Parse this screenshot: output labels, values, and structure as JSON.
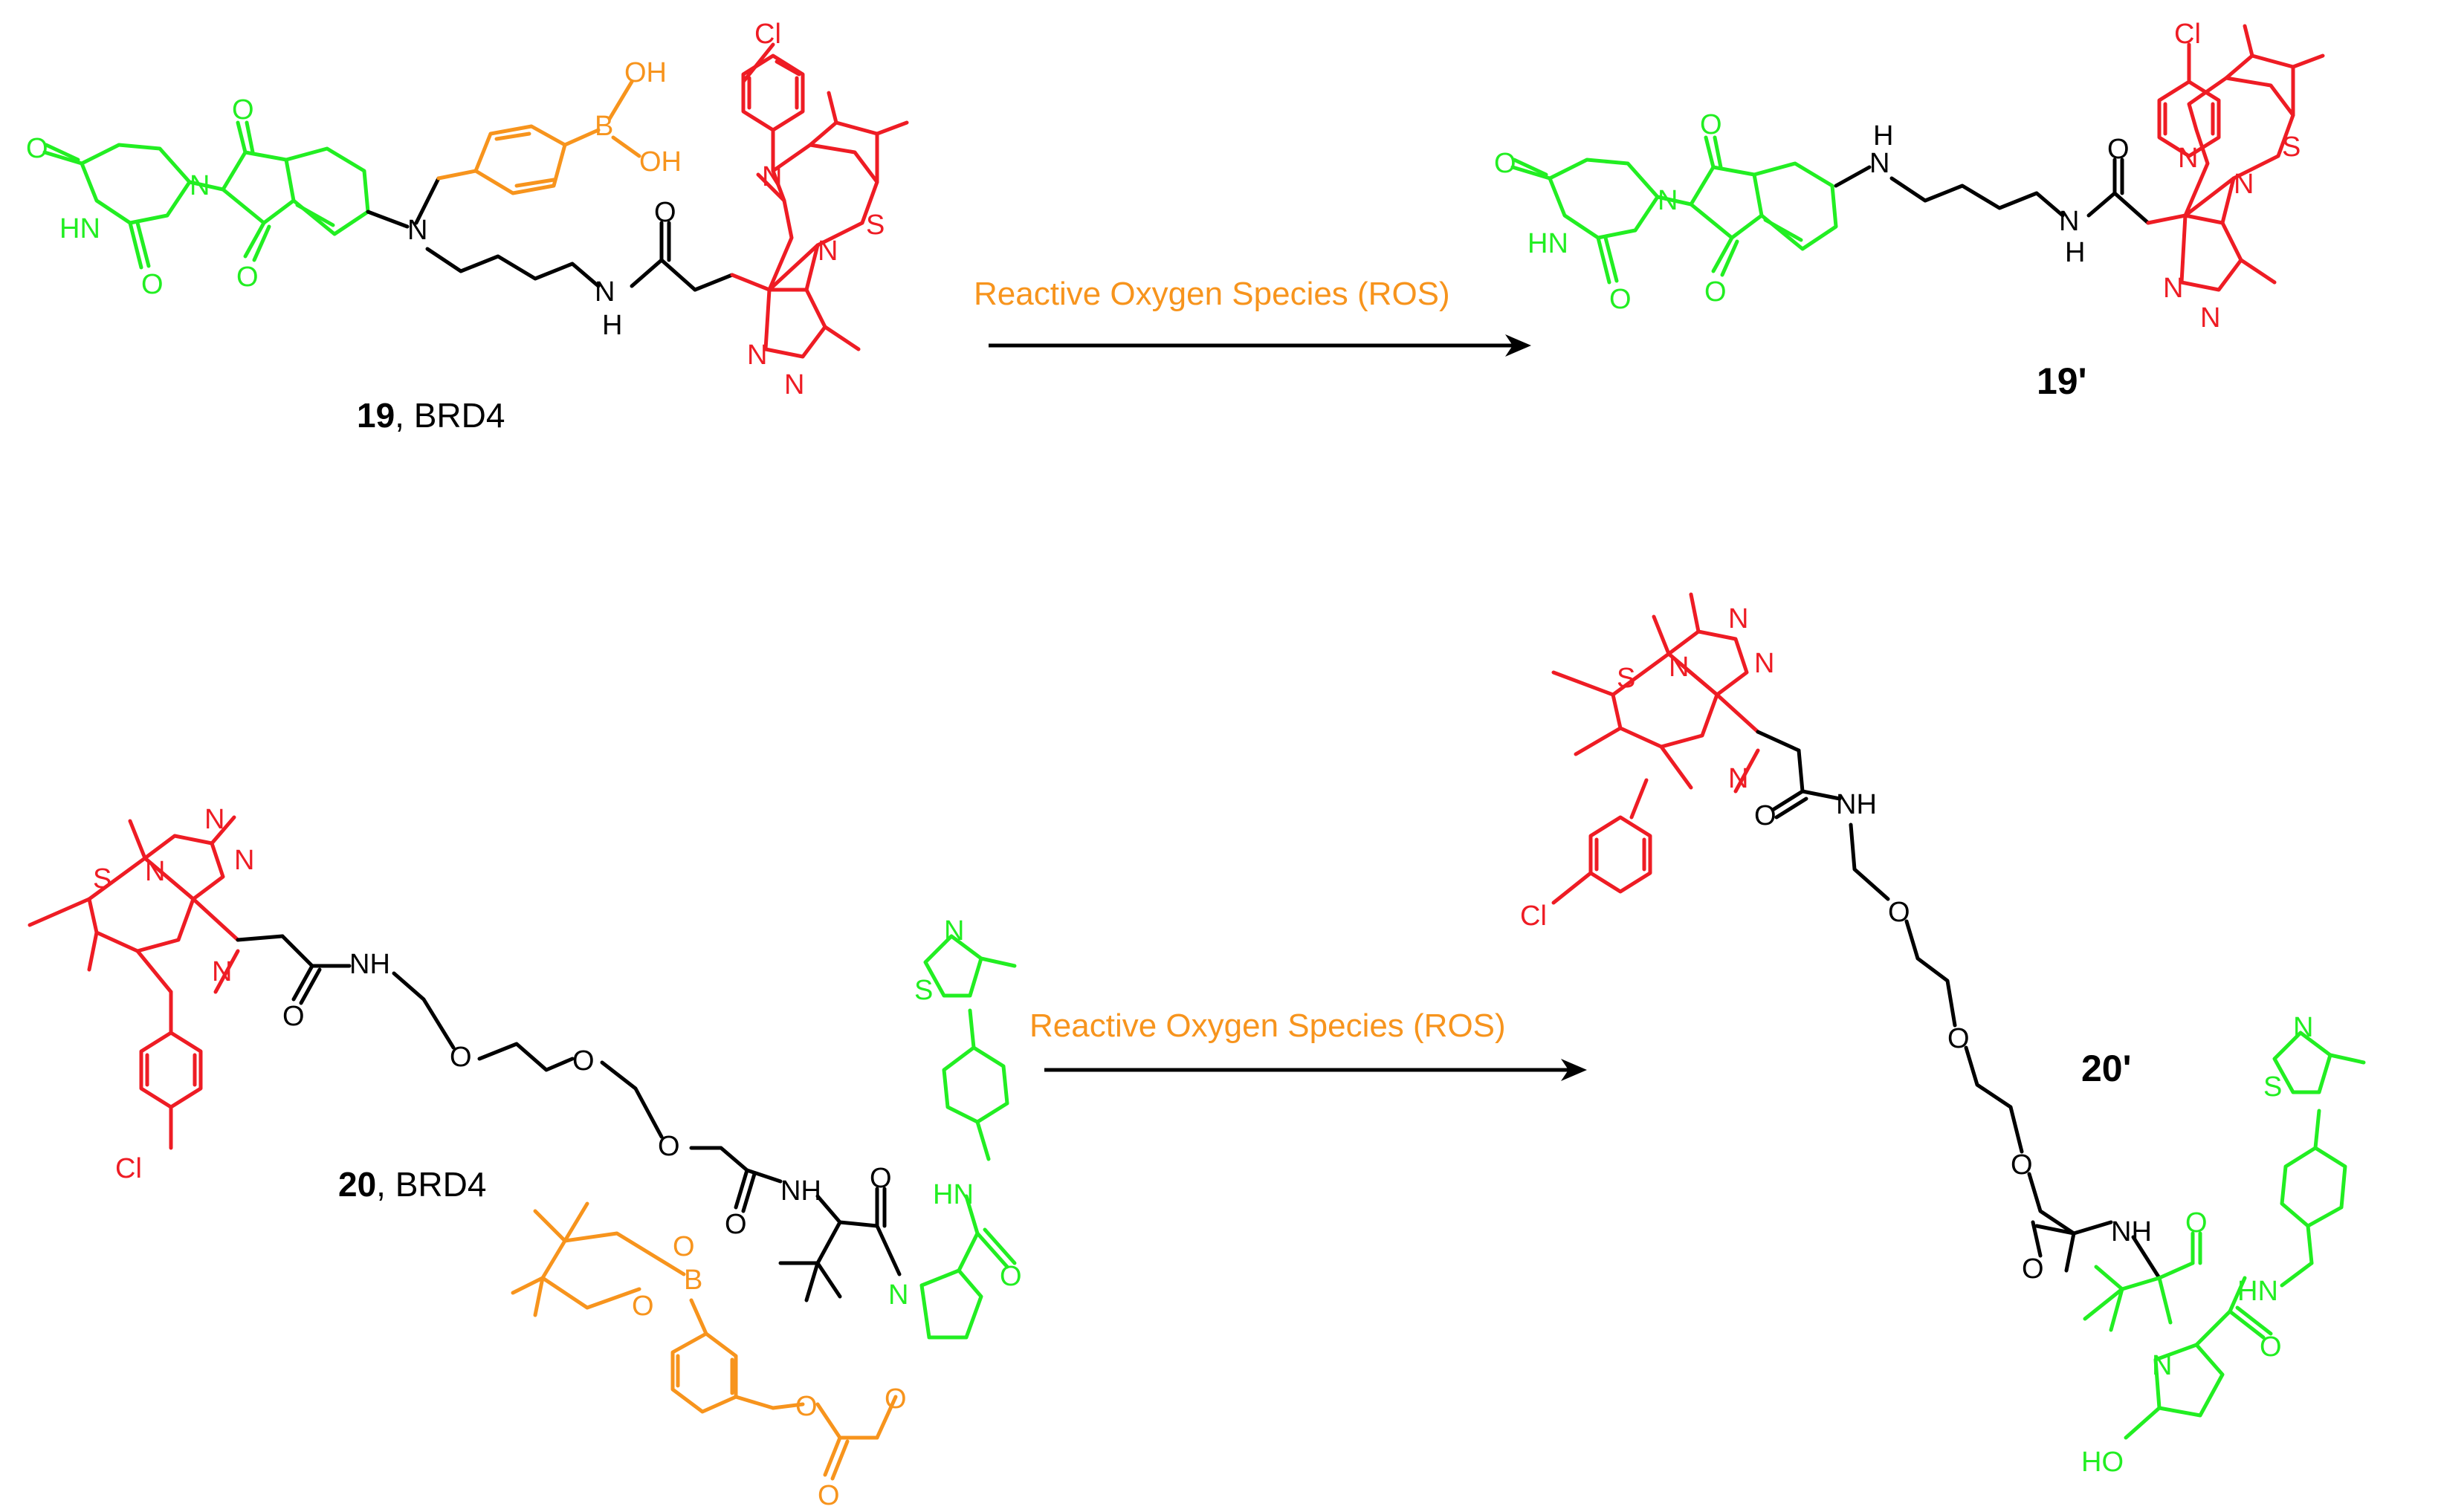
{
  "colors": {
    "green": "#22ee22",
    "red": "#ee1c24",
    "orange": "#f7941d",
    "black": "#000000"
  },
  "reaction_top": {
    "arrow_label": "Reactive Oxygen Species (ROS)",
    "reactant": {
      "number": "19",
      "suffix": ", BRD4"
    },
    "product": {
      "number": "19'"
    }
  },
  "reaction_bottom": {
    "arrow_label": "Reactive Oxygen Species (ROS)",
    "reactant": {
      "number": "20",
      "suffix": ", BRD4"
    },
    "product": {
      "number": "20'"
    }
  },
  "atoms": {
    "O": "O",
    "N": "N",
    "S": "S",
    "Cl": "Cl",
    "B": "B",
    "OH": "OH",
    "HO": "HO",
    "H": "H",
    "HN": "HN",
    "NH": "NH"
  }
}
